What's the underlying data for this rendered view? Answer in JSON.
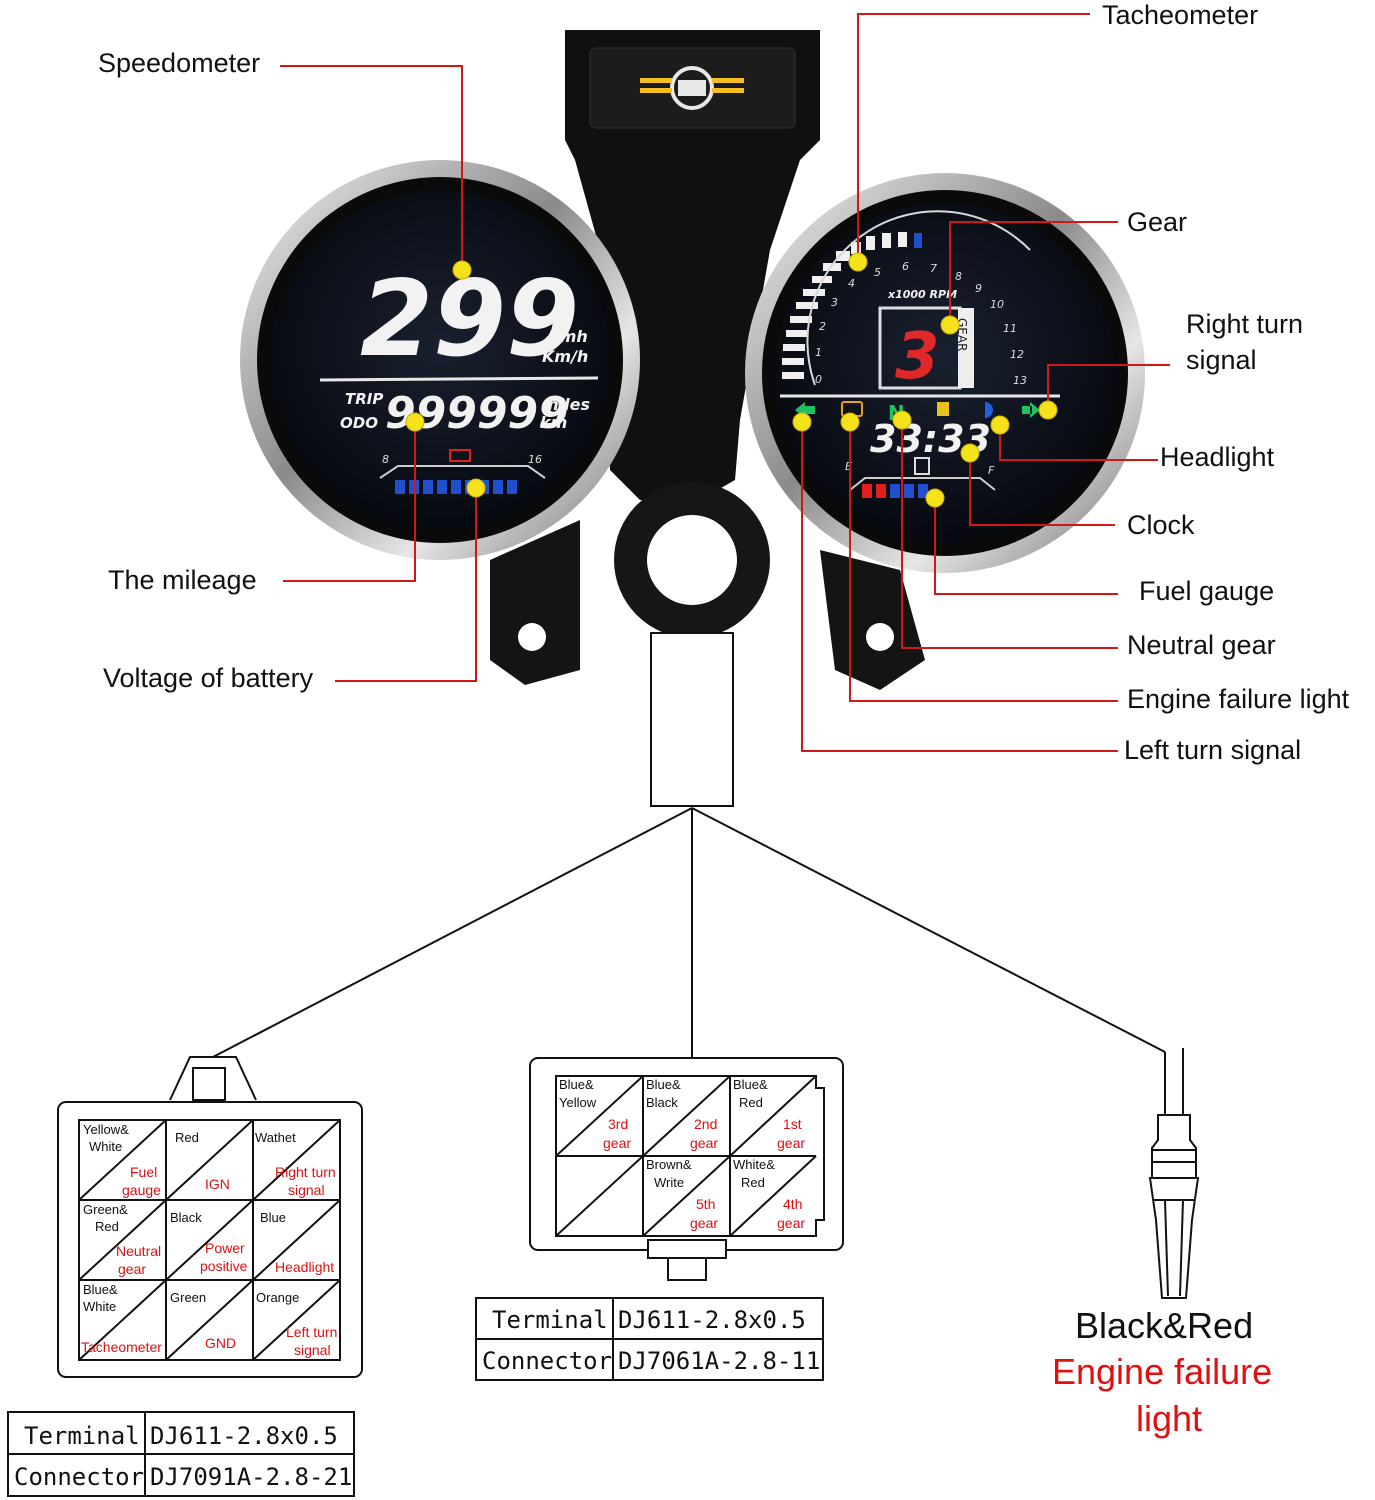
{
  "callouts": {
    "tacheometer": "Tacheometer",
    "speedometer": "Speedometer",
    "gear": "Gear",
    "right_turn_1": "Right turn",
    "right_turn_2": "signal",
    "headlight": "Headlight",
    "clock": "Clock",
    "mileage": "The mileage",
    "fuel_gauge": "Fuel gauge",
    "neutral_gear": "Neutral gear",
    "voltage": "Voltage of battery",
    "engine_failure": "Engine failure light",
    "left_turn": "Left turn signal"
  },
  "speedometer": {
    "speed": "299",
    "unit_1": "Pmh",
    "unit_2": "Km/h",
    "trip": "TRIP",
    "odo": "ODO",
    "odometer": "999999",
    "dist_1": "miles",
    "dist_2": "km",
    "volt_low": "8",
    "volt_high": "16"
  },
  "tachometer": {
    "rpm_label": "x1000 RPM",
    "gear_value": "3",
    "gear_label": "GEAR",
    "ticks": [
      "0",
      "1",
      "2",
      "3",
      "4",
      "5",
      "6",
      "7",
      "8",
      "9",
      "10",
      "11",
      "12",
      "13"
    ],
    "neutral": "N",
    "clock": "33:33",
    "fuel_e": "E",
    "fuel_f": "F"
  },
  "connector_21": {
    "cells": [
      {
        "wire": [
          "Yellow&",
          "White"
        ],
        "fn": [
          "Fuel",
          "gauge"
        ]
      },
      {
        "wire": [
          "Red"
        ],
        "fn": [
          "IGN"
        ]
      },
      {
        "wire": [
          "Wathet"
        ],
        "fn": [
          "Right turn",
          "signal"
        ]
      },
      {
        "wire": [
          "Green&",
          "Red"
        ],
        "fn": [
          "Neutral",
          "gear"
        ]
      },
      {
        "wire": [
          "Black"
        ],
        "fn": [
          "Power",
          "positive"
        ]
      },
      {
        "wire": [
          "Blue"
        ],
        "fn": [
          "Headlight"
        ]
      },
      {
        "wire": [
          "Blue&",
          "White"
        ],
        "fn": [
          "Tacheometer"
        ]
      },
      {
        "wire": [
          "Green"
        ],
        "fn": [
          "GND"
        ]
      },
      {
        "wire": [
          "Orange"
        ],
        "fn": [
          "Left turn",
          "signal"
        ]
      }
    ],
    "terminal_label": "Terminal",
    "terminal_value": "DJ611-2.8x0.5",
    "connector_label": "Connector",
    "connector_value": "DJ7091A-2.8-21"
  },
  "connector_11": {
    "cells": [
      {
        "wire": [
          "Blue&",
          "Yellow"
        ],
        "fn": [
          "3rd",
          "gear"
        ]
      },
      {
        "wire": [
          "Blue&",
          "Black"
        ],
        "fn": [
          "2nd",
          "gear"
        ]
      },
      {
        "wire": [
          "Blue&",
          "Red"
        ],
        "fn": [
          "1st",
          "gear"
        ]
      },
      {
        "wire": [],
        "fn": []
      },
      {
        "wire": [
          "Brown&",
          "Write"
        ],
        "fn": [
          "5th",
          "gear"
        ]
      },
      {
        "wire": [
          "White&",
          "Red"
        ],
        "fn": [
          "4th",
          "gear"
        ]
      }
    ],
    "terminal_label": "Terminal",
    "terminal_value": "DJ611-2.8x0.5",
    "connector_label": "Connector",
    "connector_value": "DJ7061A-2.8-11"
  },
  "single_wire": {
    "wire": "Black&Red",
    "fn_1": "Engine failure",
    "fn_2": "light"
  }
}
